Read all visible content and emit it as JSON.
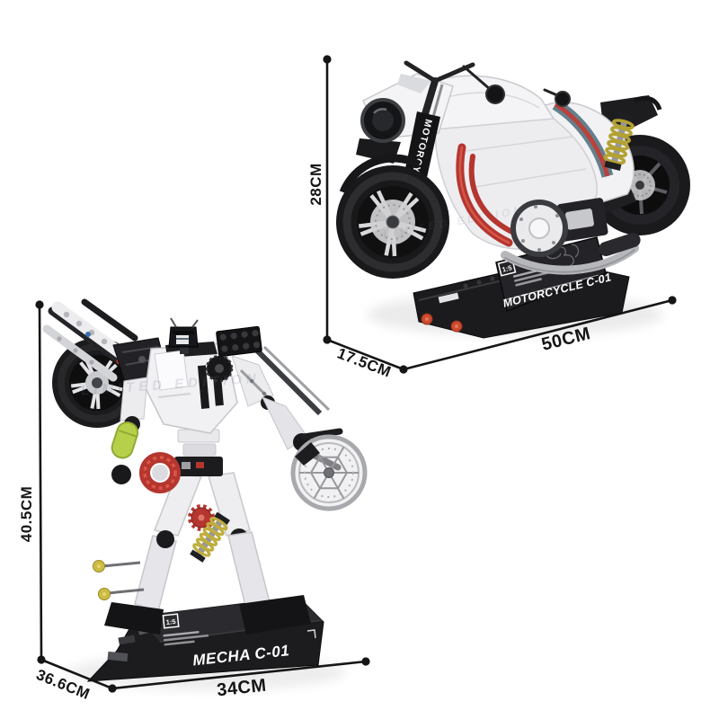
{
  "motorcycle": {
    "fork_decal": "MOTORCYCLE",
    "plaque": {
      "scale": "1:5",
      "title": "MOTORCYCLE C-01"
    },
    "dims": {
      "height": "28CM",
      "depth": "17.5CM",
      "width": "50CM"
    }
  },
  "mecha": {
    "plaque": {
      "scale": "1:5",
      "title": "MECHA C-01"
    },
    "dims": {
      "height": "40.5CM",
      "depth": "36.6CM",
      "width": "34CM"
    }
  },
  "watermark": {
    "text": "LIMITED EDITION"
  },
  "colors": {
    "dimension_line": "#151515",
    "body_white": "#f4f4f6",
    "accent_red": "#b5362f",
    "stripe_blue": "#64808d",
    "shock_yellow": "#bfae3e",
    "lime_green": "#b6d149",
    "plaque_black": "#1c1c1f"
  }
}
